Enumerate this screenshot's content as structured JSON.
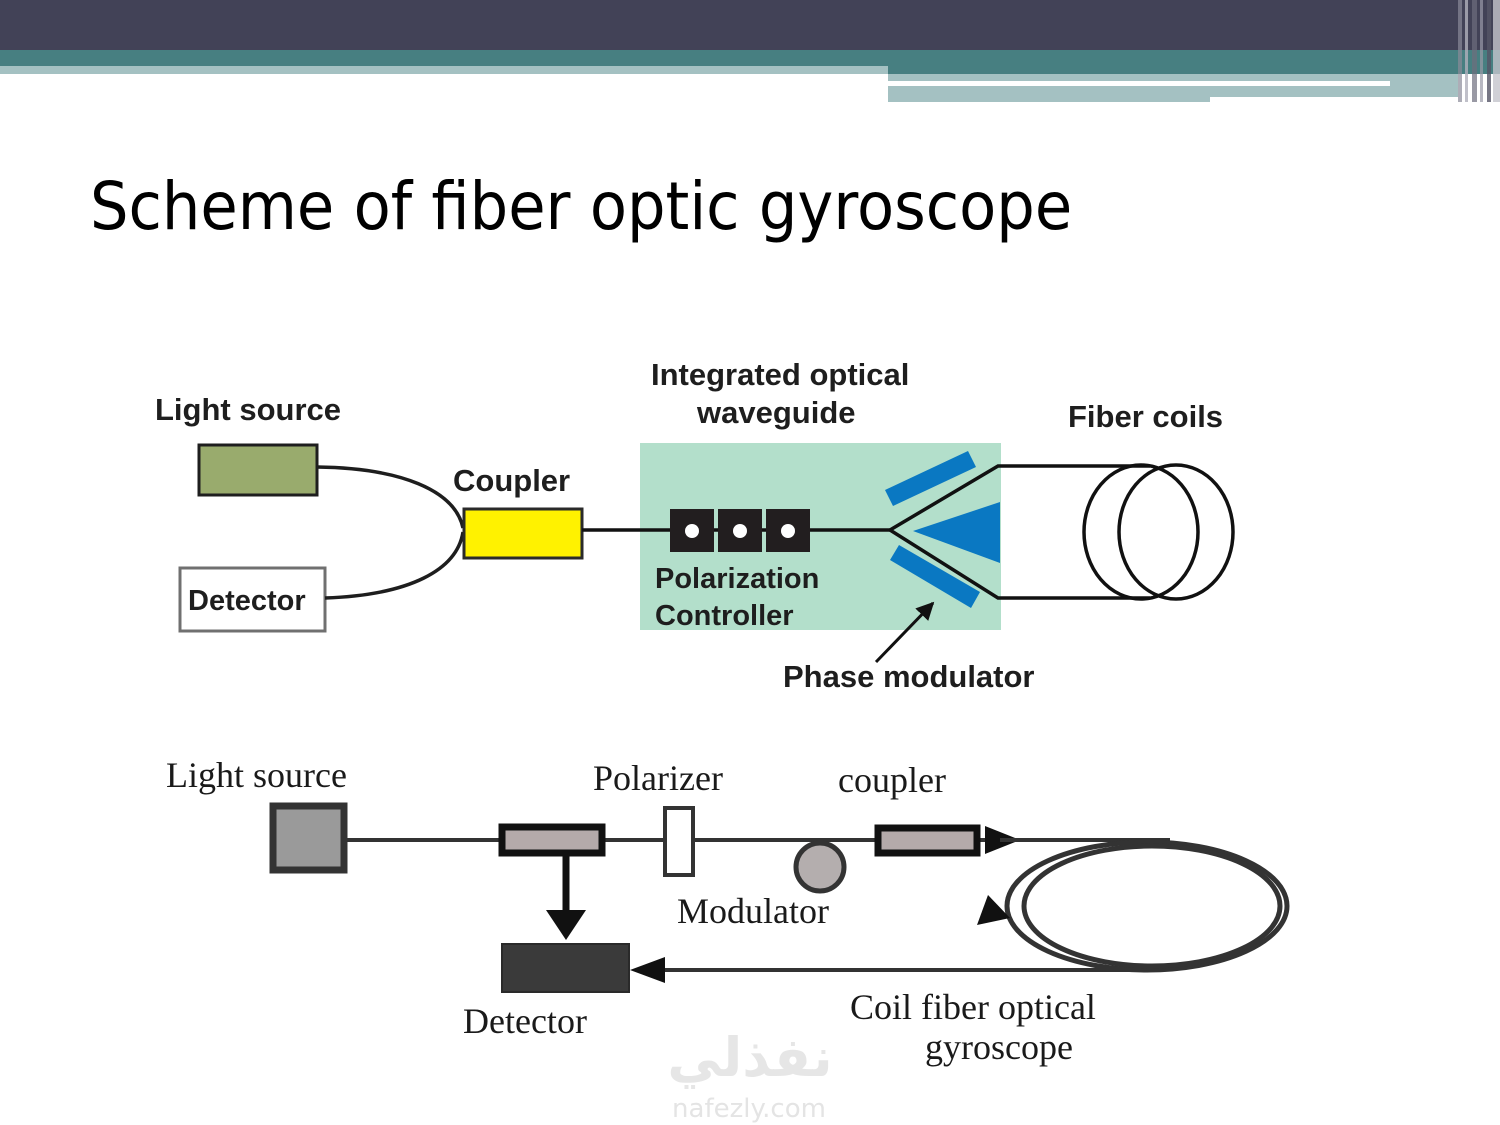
{
  "slide": {
    "title": "Scheme of fiber optic gyroscope",
    "theme_colors": {
      "banner_dark": "#424257",
      "banner_teal": "#477f81",
      "banner_light": "#a4c1c2"
    }
  },
  "diagram_top": {
    "labels": {
      "light_source": "Light source",
      "detector": "Detector",
      "coupler": "Coupler",
      "waveguide_line1": "Integrated optical",
      "waveguide_line2": "waveguide",
      "polarization_line1": "Polarization",
      "polarization_line2": "Controller",
      "phase_modulator": "Phase modulator",
      "fiber_coils": "Fiber coils"
    },
    "colors": {
      "light_source_fill": "#99ab6d",
      "coupler_fill": "#fff200",
      "waveguide_fill": "#b3dfcb",
      "modulator_fill": "#0a78c2",
      "polarization_block": "#221e1f"
    }
  },
  "diagram_bottom": {
    "labels": {
      "light_source": "Light source",
      "polarizer": "Polarizer",
      "coupler": "coupler",
      "modulator": "Modulator",
      "detector": "Detector",
      "coil_line1": "Coil fiber optical",
      "coil_line2": "gyroscope"
    },
    "colors": {
      "light_source_fill": "#9a9a9a",
      "coupler_fill": "#b4aaaa",
      "modulator_fill": "#b4aeae",
      "detector_fill": "#3a3a3a"
    }
  },
  "watermark": {
    "arabic": "نفذلي",
    "latin": "nafezly.com"
  }
}
